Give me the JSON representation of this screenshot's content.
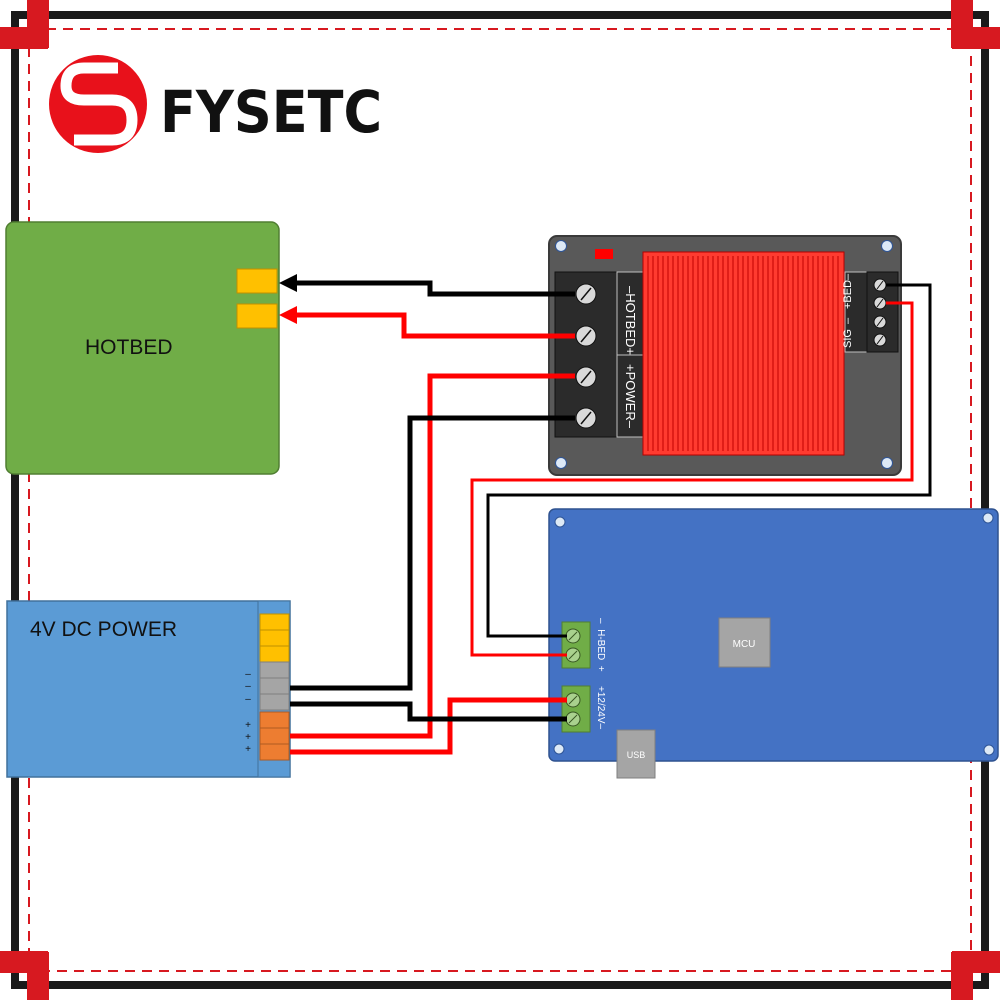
{
  "brand": {
    "name": "FYSETC",
    "logo_color": "#e8111b"
  },
  "hotbed": {
    "label": "HOTBED",
    "color": "#70ad47"
  },
  "power_supply": {
    "label": "4V DC POWER",
    "color": "#5b9bd5",
    "terminal_signs": [
      "–",
      "–",
      "–",
      "+",
      "+",
      "+"
    ]
  },
  "mosfet_module": {
    "power_terminal_labels": [
      "–HOTBED+",
      "+POWER–"
    ],
    "signal_terminal_labels": [
      "SIG",
      "–",
      "+BED–"
    ]
  },
  "controller_board": {
    "color": "#4472c4",
    "hbed_labels": [
      "–  H-BED  +",
      "–  H-BED  +"
    ],
    "power_labels": [
      "+12/24V–",
      "+12/24V–"
    ],
    "chip_label": "MCU",
    "usb_label": "USB"
  },
  "wire_colors": {
    "positive": "#ff0000",
    "negative": "#000000"
  }
}
